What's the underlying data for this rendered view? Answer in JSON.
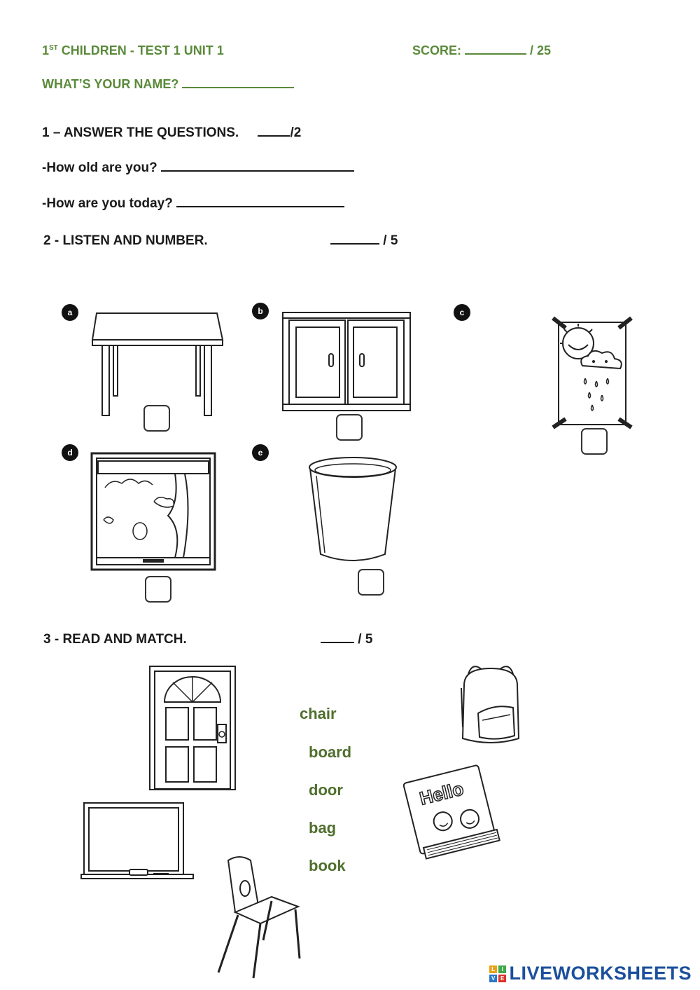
{
  "header": {
    "title_prefix": "1",
    "title_sup": "ST",
    "title_rest": " CHILDREN  - TEST 1 UNIT 1",
    "score_label": "SCORE:",
    "score_total": "/ 25",
    "name_label": "WHAT’S YOUR NAME?"
  },
  "section1": {
    "title": "1 – ANSWER THE QUESTIONS.",
    "points": "/2",
    "q1": "-How old are you?",
    "q2": "-How are you today?"
  },
  "section2": {
    "title": "2 - LISTEN AND NUMBER.",
    "points": "/ 5",
    "items": [
      {
        "letter": "a",
        "icon": "table-icon"
      },
      {
        "letter": "b",
        "icon": "cupboard-icon"
      },
      {
        "letter": "c",
        "icon": "poster-icon"
      },
      {
        "letter": "d",
        "icon": "window-icon"
      },
      {
        "letter": "e",
        "icon": "bin-icon"
      }
    ]
  },
  "section3": {
    "title": "3 - READ AND MATCH.",
    "points": "/ 5",
    "words": [
      "chair",
      "board",
      "door",
      "bag",
      "book"
    ],
    "book_cover_text": "Hello"
  },
  "footer": {
    "logo_text": "LIVEWORKSHEETS",
    "logo_tiles": [
      "L",
      "I",
      "V",
      "E"
    ]
  },
  "colors": {
    "header_green": "#5a8a3a",
    "word_green": "#4f6f2c",
    "logo_blue": "#1b4f9c"
  }
}
